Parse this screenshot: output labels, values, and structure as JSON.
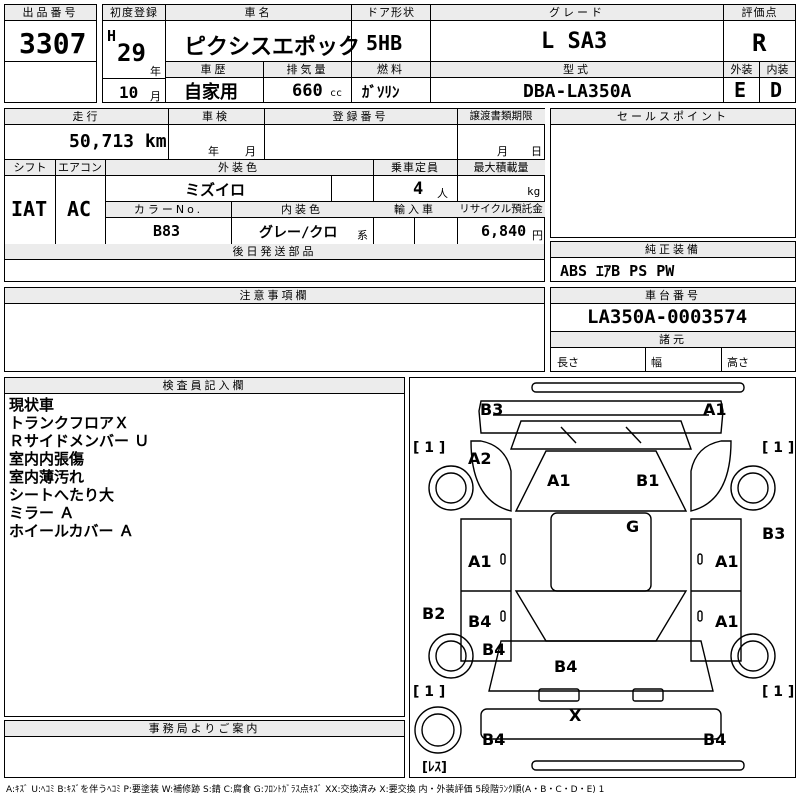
{
  "header": {
    "lot_label": "出品番号",
    "lot_no": "3307",
    "first_reg_label": "初度登録",
    "era": "H",
    "year": "29",
    "year_unit": "年",
    "month": "10",
    "month_unit": "月",
    "car_name_label": "車名",
    "car_name": "ピクシスエポック",
    "door_label": "ドア形状",
    "door": "5HB",
    "grade_label": "グレード",
    "grade": "L SA3",
    "score_label": "評価点",
    "score": "R",
    "history_label": "車歴",
    "history": "自家用",
    "displacement_label": "排気量",
    "displacement": "660",
    "displacement_unit": "cc",
    "fuel_label": "燃料",
    "fuel": "ｶﾞｿﾘﾝ",
    "model_label": "型式",
    "model": "DBA-LA350A",
    "exterior_label": "外装",
    "exterior": "E",
    "interior_label": "内装",
    "interior": "D"
  },
  "info": {
    "mileage_label": "走行",
    "mileage": "50,713 km",
    "inspection_label": "車検",
    "inspection_year_unit": "年",
    "inspection_month_unit": "月",
    "regno_label": "登録番号",
    "transfer_label": "譲渡書類期限",
    "transfer_month_unit": "月",
    "transfer_day_unit": "日",
    "shift_label": "シフト",
    "shift": "IAT",
    "aircon_label": "エアコン",
    "aircon": "AC",
    "ext_color_label": "外装色",
    "ext_color": "ミズイロ",
    "capacity_label": "乗車定員",
    "capacity": "4",
    "capacity_unit": "人",
    "load_label": "最大積載量",
    "load_unit": "kg",
    "color_no_label": "カラーNo.",
    "color_no": "B83",
    "int_color_label": "内装色",
    "int_color": "グレー/クロ",
    "int_color_unit": "系",
    "import_label": "輸入車",
    "recycle_label": "リサイクル預託金",
    "recycle": "6,840",
    "recycle_unit": "円",
    "later_parts_label": "後日発送部品"
  },
  "sales_point": {
    "label": "セールスポイント"
  },
  "equipment": {
    "label": "純正装備",
    "value": "ABS ｴｱB PS PW"
  },
  "caution": {
    "label": "注意事項欄"
  },
  "chassis": {
    "label": "車台番号",
    "value": "LA350A-0003574",
    "spec_label": "諸元",
    "length_label": "長さ",
    "width_label": "幅",
    "height_label": "高さ"
  },
  "inspector": {
    "label": "検査員記入欄",
    "lines": [
      "現状車",
      "トランクフロアＸ",
      "Ｒサイドメンバー Ｕ",
      "室内内張傷",
      "室内薄汚れ",
      "シートへたり大",
      "ミラー Ａ",
      "ホイールカバー Ａ"
    ]
  },
  "office": {
    "label": "事務局よりご案内"
  },
  "diagram": {
    "marks": [
      "B3",
      "A1",
      "A2",
      "A1",
      "B1",
      "G",
      "B3",
      "A1",
      "A1",
      "B2",
      "B4",
      "A1",
      "B4",
      "B4",
      "X",
      "B4",
      "B4"
    ],
    "tires": [
      "[ 1 ]",
      "[ 1 ]",
      "[ 1 ]",
      "[ 1 ]",
      "[ﾚｽ]"
    ]
  },
  "legend": "A:ｷｽﾞ U:ﾍｺﾐ B:ｷｽﾞを伴うﾍｺﾐ P:要塗装 W:補修跡 S:錆 C:腐食 G:ﾌﾛﾝﾄｶﾞﾗｽ点ｷｽﾞ XX:交換済み X:要交換 内・外装評価 5段階ﾗﾝｸ順(A・B・C・D・E) 1"
}
